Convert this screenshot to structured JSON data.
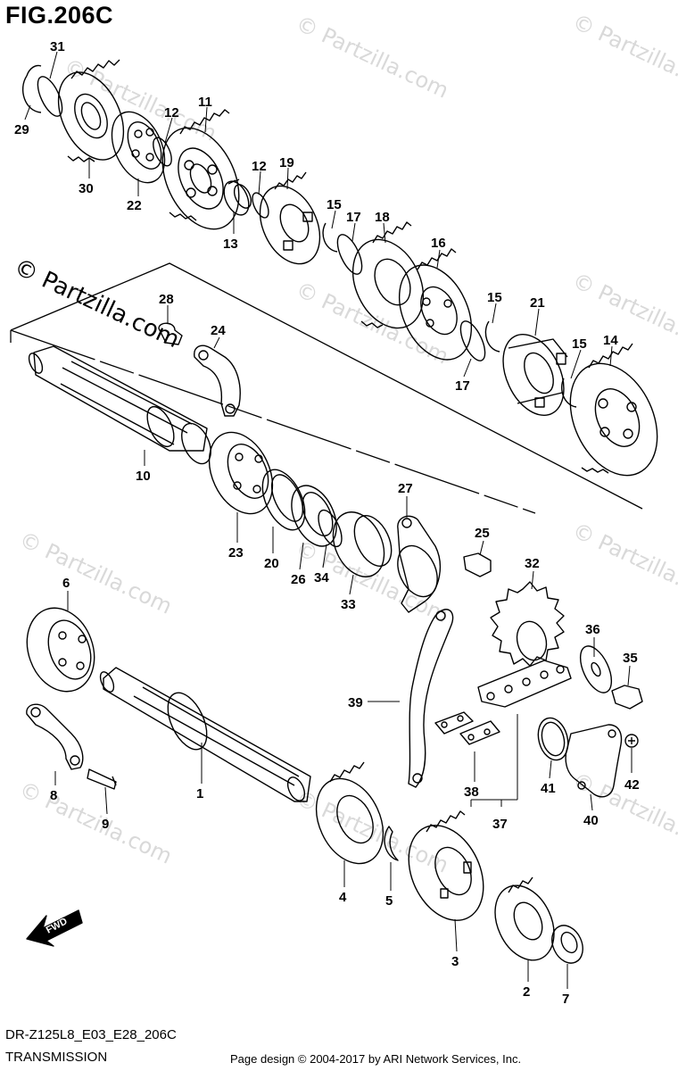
{
  "figure": {
    "title": "FIG.206C",
    "code": "DR-Z125L8_E03_E28_206C",
    "section": "TRANSMISSION",
    "credit": "Page design © 2004-2017 by ARI Network Services, Inc."
  },
  "watermark": {
    "brand": "© Partzilla.com",
    "faint": "© Partzilla.com"
  },
  "fwd_label": "FWD",
  "callouts": [
    "1",
    "2",
    "3",
    "4",
    "5",
    "6",
    "7",
    "8",
    "9",
    "10",
    "11",
    "12",
    "13",
    "14",
    "15",
    "16",
    "17",
    "18",
    "19",
    "20",
    "21",
    "22",
    "23",
    "24",
    "25",
    "26",
    "27",
    "28",
    "29",
    "30",
    "31",
    "32",
    "33",
    "34",
    "35",
    "36",
    "37",
    "38",
    "39",
    "40",
    "41",
    "42"
  ],
  "parts": {
    "p12": "12",
    "p15": "15",
    "p17": "17"
  },
  "colors": {
    "line": "#000000",
    "watermark": "#d9d9d9",
    "background": "#ffffff"
  }
}
